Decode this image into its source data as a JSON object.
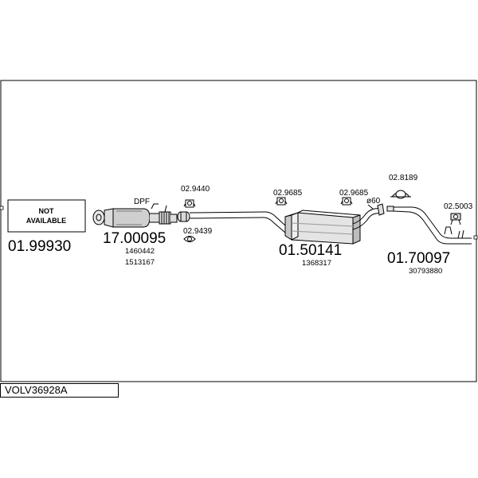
{
  "reference": "VOLV36928A",
  "not_available": {
    "line1": "NOT",
    "line2": "AVAILABLE"
  },
  "parts": {
    "section_a": {
      "code": "01.99930"
    },
    "dpf": {
      "label": "DPF",
      "code": "17.00095",
      "ref1": "1460442",
      "ref2": "1513167"
    },
    "middle": {
      "code": "01.50141",
      "ref": "1368317"
    },
    "rear": {
      "code": "01.70097",
      "ref": "30793880"
    }
  },
  "accessories": {
    "a1": "02.9440",
    "a2": "02.9439",
    "a3": "02.9685",
    "a4": "02.9685",
    "a5": "02.8189",
    "a6": "02.5003",
    "pipe_diameter": "ø60"
  }
}
